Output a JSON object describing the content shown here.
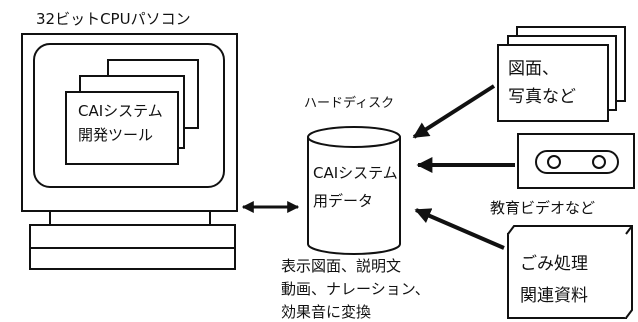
{
  "computer": {
    "title": "32ビットCPUパソコン",
    "software_line1": "CAIシステム",
    "software_line2": "開発ツール"
  },
  "disk": {
    "label": "ハードディスク",
    "content_line1": "CAIシステム",
    "content_line2": "用データ"
  },
  "stored_items": {
    "line1": "表示図面、説明文",
    "line2": "動画、ナレーション、",
    "line3": "効果音に変換"
  },
  "sources": {
    "drawings_line1": "図面、",
    "drawings_line2": "写真など",
    "video_label": "教育ビデオなど",
    "materials_line1": "ごみ処理",
    "materials_line2": "関連資料"
  },
  "colors": {
    "ink": "#111111",
    "background": "#ffffff"
  }
}
